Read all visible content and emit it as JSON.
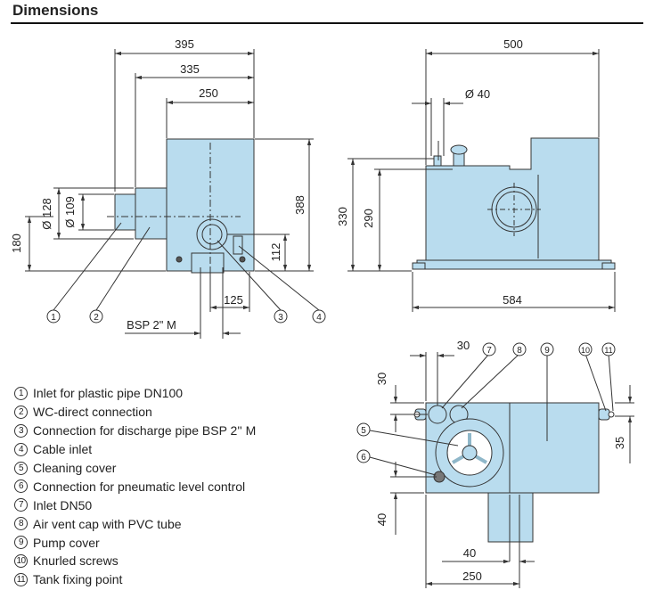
{
  "title": "Dimensions",
  "side_view": {
    "dims": {
      "d395": "395",
      "d335": "335",
      "d250": "250",
      "d128": "Ø 128",
      "d109": "Ø 109",
      "d388": "388",
      "d112": "112",
      "d180": "180",
      "d125": "125",
      "bsp": "BSP 2\" M"
    },
    "callouts": [
      "1",
      "2",
      "3",
      "4"
    ]
  },
  "front_view": {
    "dims": {
      "d500": "500",
      "d40": "Ø 40",
      "d330": "330",
      "d290": "290",
      "d584": "584"
    }
  },
  "top_view": {
    "dims": {
      "d30a": "30",
      "d30b": "30",
      "d35": "35",
      "d40v": "40",
      "d40h": "40",
      "d250": "250"
    },
    "callouts": [
      "7",
      "8",
      "9",
      "10",
      "11",
      "5",
      "6"
    ]
  },
  "legend": [
    {
      "num": "1",
      "text": "Inlet for plastic pipe DN100"
    },
    {
      "num": "2",
      "text": "WC-direct connection"
    },
    {
      "num": "3",
      "text": "Connection for discharge pipe BSP 2'' M"
    },
    {
      "num": "4",
      "text": "Cable inlet"
    },
    {
      "num": "5",
      "text": "Cleaning cover"
    },
    {
      "num": "6",
      "text": "Connection for pneumatic level control"
    },
    {
      "num": "7",
      "text": "Inlet DN50"
    },
    {
      "num": "8",
      "text": "Air vent cap with PVC tube"
    },
    {
      "num": "9",
      "text": "Pump cover"
    },
    {
      "num": "10",
      "text": "Knurled screws"
    },
    {
      "num": "11",
      "text": "Tank fixing point"
    }
  ],
  "colors": {
    "body": "#b9dcee",
    "line": "#333333"
  }
}
